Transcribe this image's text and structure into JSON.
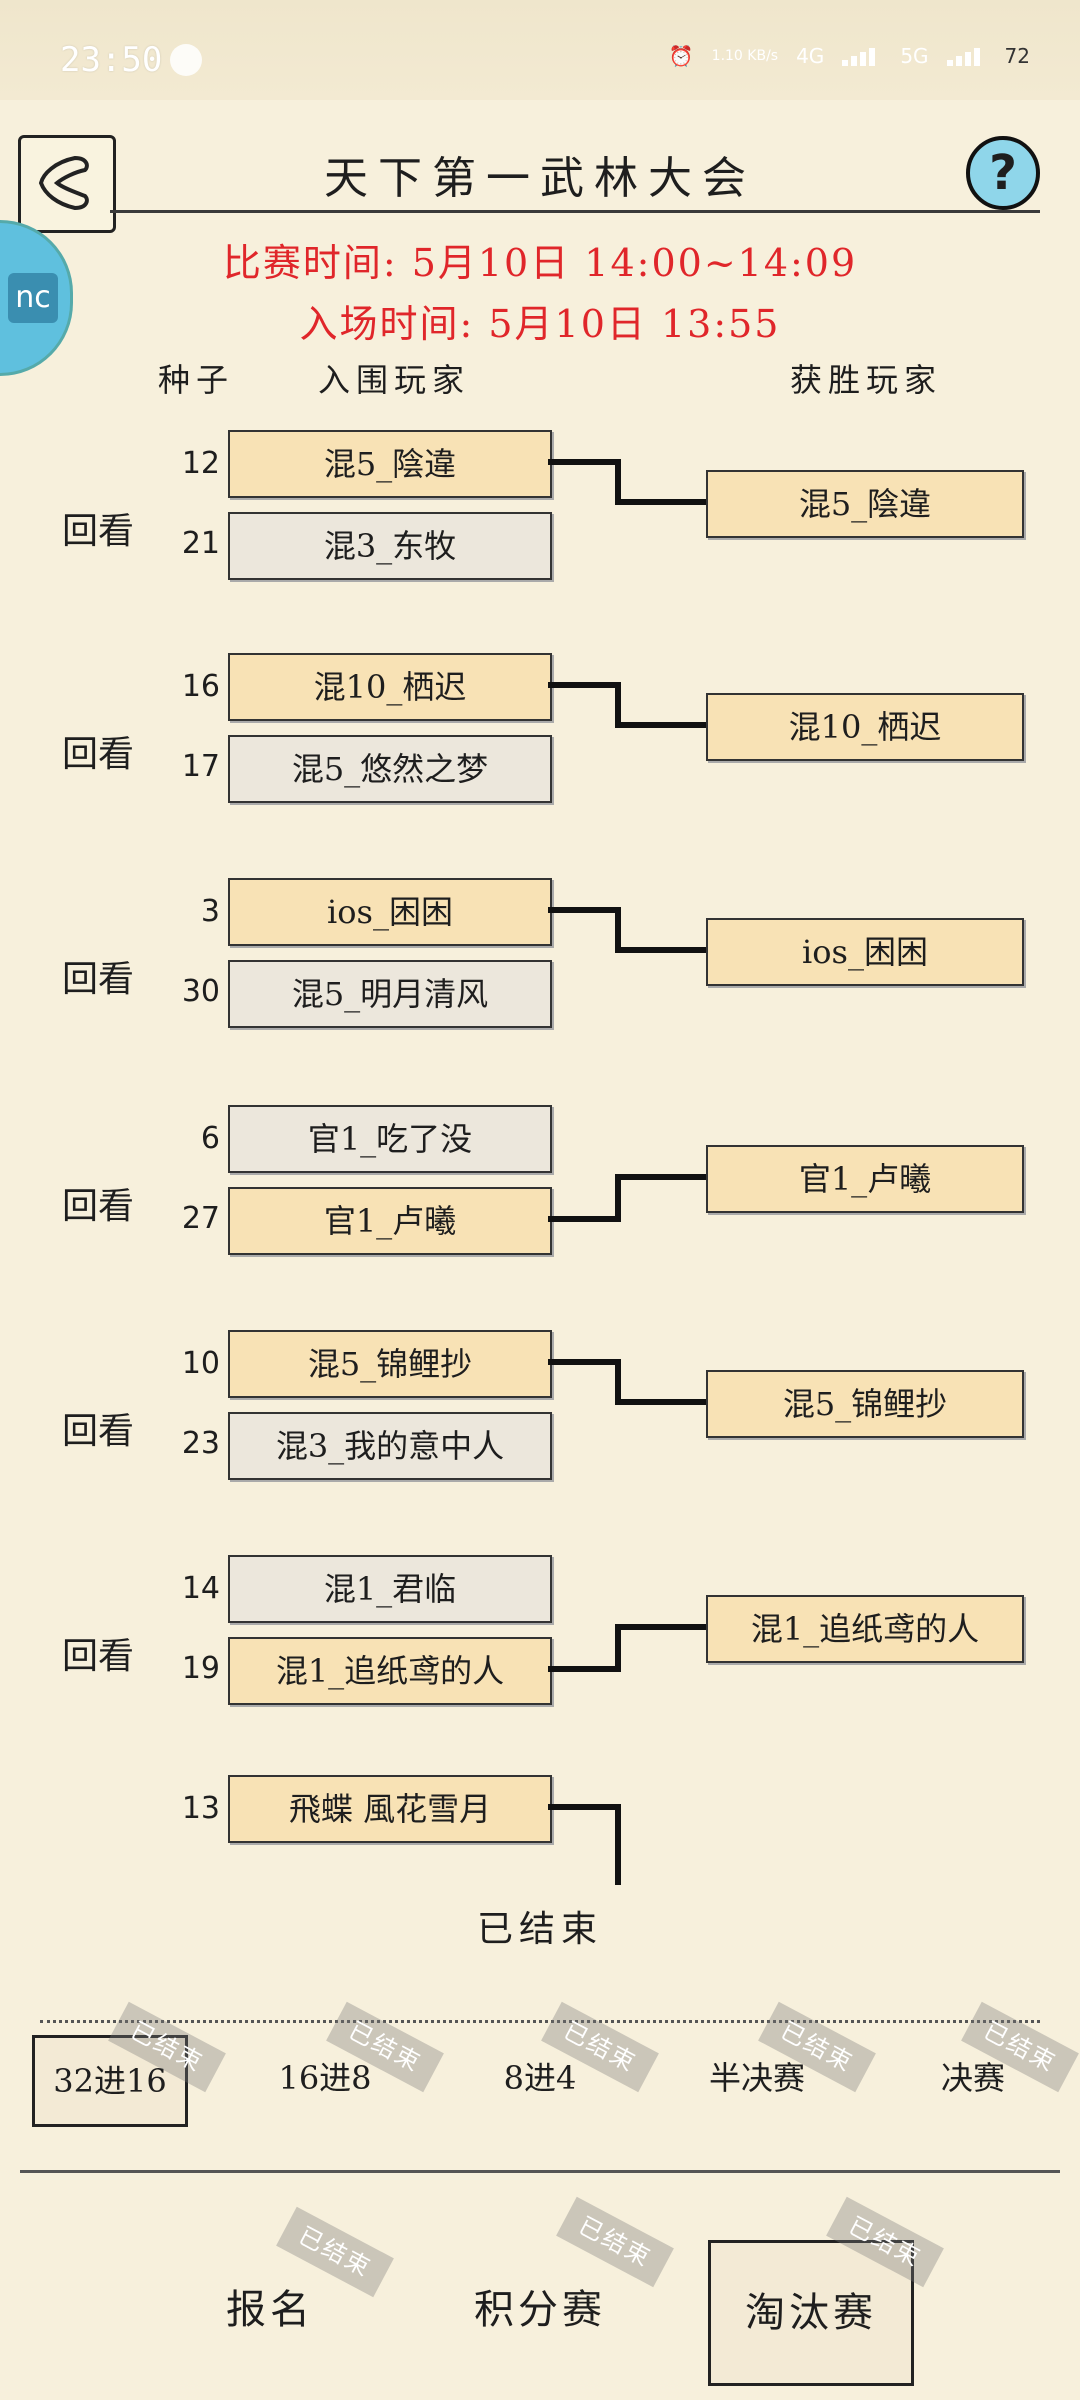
{
  "status_bar": {
    "time": "23:50",
    "net_speed": "1.10 KB/s",
    "net_4g": "4G",
    "net_5g": "5G",
    "battery": "72"
  },
  "header": {
    "title": "天下第一武林大会",
    "help_label": "?"
  },
  "side_tab": {
    "label": "nc"
  },
  "schedule": {
    "match_time": "比赛时间: 5月10日   14:00~14:09",
    "entry_time": "入场时间: 5月10日    13:55"
  },
  "columns": {
    "seed": "种子",
    "players": "入围玩家",
    "winners": "获胜玩家"
  },
  "rewatch_label": "回看",
  "matches": [
    {
      "seed_a": "12",
      "player_a": "混5_陰違",
      "seed_b": "21",
      "player_b": "混3_东牧",
      "winner": "混5_陰違",
      "winner_slot": "a"
    },
    {
      "seed_a": "16",
      "player_a": "混10_栖迟",
      "seed_b": "17",
      "player_b": "混5_悠然之梦",
      "winner": "混10_栖迟",
      "winner_slot": "a"
    },
    {
      "seed_a": "3",
      "player_a": "ios_困困",
      "seed_b": "30",
      "player_b": "混5_明月清风",
      "winner": "ios_困困",
      "winner_slot": "a"
    },
    {
      "seed_a": "6",
      "player_a": "官1_吃了没",
      "seed_b": "27",
      "player_b": "官1_卢曦",
      "winner": "官1_卢曦",
      "winner_slot": "b"
    },
    {
      "seed_a": "10",
      "player_a": "混5_锦鲤抄",
      "seed_b": "23",
      "player_b": "混3_我的意中人",
      "winner": "混5_锦鲤抄",
      "winner_slot": "a"
    },
    {
      "seed_a": "14",
      "player_a": "混1_君临",
      "seed_b": "19",
      "player_b": "混1_追纸鸢的人",
      "winner": "混1_追纸鸢的人",
      "winner_slot": "b"
    },
    {
      "seed_a": "13",
      "player_a": "飛蝶 風花雪月"
    }
  ],
  "status_text": "已结束",
  "stamp_text": "已结束",
  "round_tabs": [
    {
      "label": "32进16",
      "active": true
    },
    {
      "label": "16进8",
      "active": false
    },
    {
      "label": "8进4",
      "active": false
    },
    {
      "label": "半决赛",
      "active": false
    },
    {
      "label": "决赛",
      "active": false
    }
  ],
  "bottom_nav": [
    {
      "label": "报名",
      "active": false
    },
    {
      "label": "积分赛",
      "active": false
    },
    {
      "label": "淘汰赛",
      "active": true
    }
  ]
}
